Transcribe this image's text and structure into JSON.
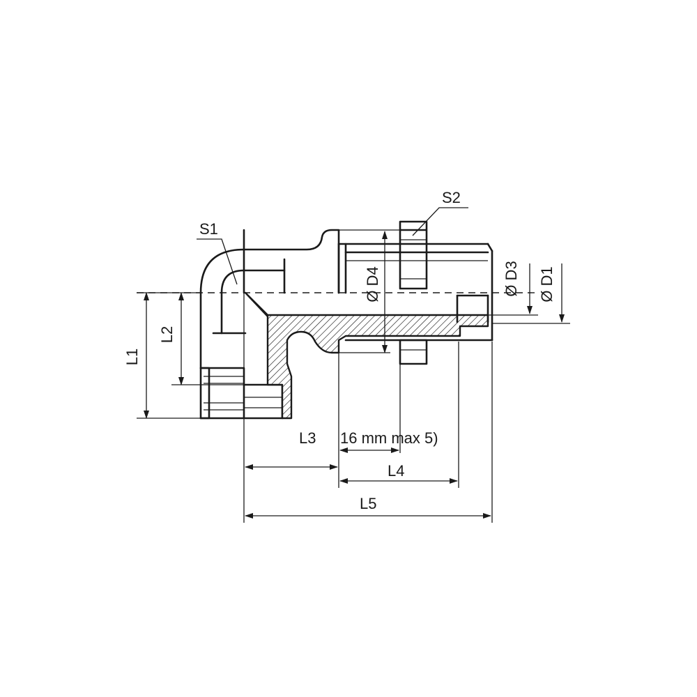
{
  "labels": {
    "s1": "S1",
    "s2": "S2",
    "l1": "L1",
    "l2": "L2",
    "l3": "L3",
    "l4": "L4",
    "l5": "L5",
    "d1": "Ø D1",
    "d3": "Ø D3",
    "d4": "Ø D4",
    "note": "16 mm max 5)"
  }
}
